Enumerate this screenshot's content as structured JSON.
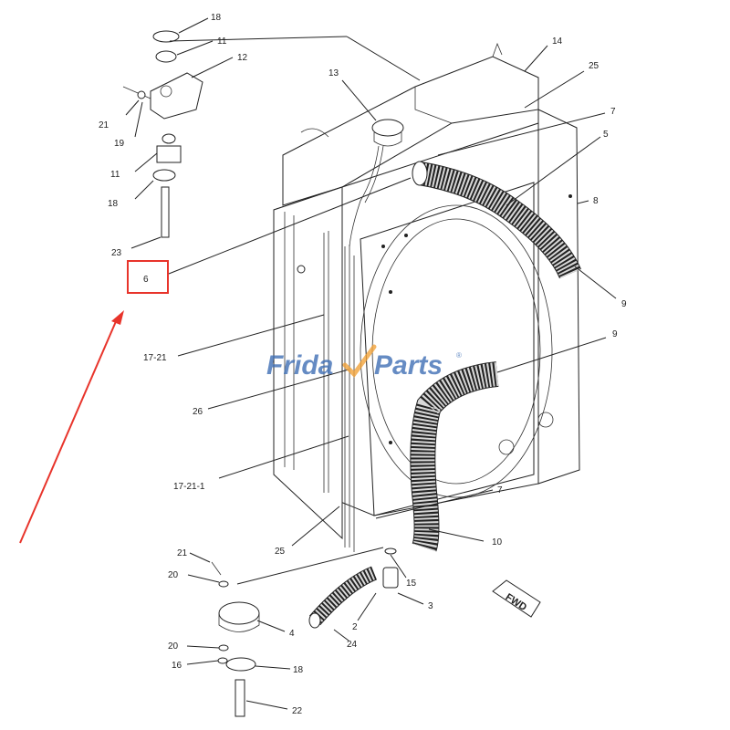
{
  "callouts": {
    "c18a": "18",
    "c11a": "11",
    "c12": "12",
    "c14": "14",
    "c13": "13",
    "c25a": "25",
    "c7a": "7",
    "c5": "5",
    "c21a": "21",
    "c19": "19",
    "c11b": "11",
    "c18b": "18",
    "c8": "8",
    "c23": "23",
    "c6": "6",
    "c9a": "9",
    "c17_21": "17-21",
    "c9b": "9",
    "c26": "26",
    "c17_21_1": "17-21-1",
    "c7b": "7",
    "c25b": "25",
    "c10": "10",
    "c21b": "21",
    "c20a": "20",
    "c15": "15",
    "c3": "3",
    "c4": "4",
    "c2": "2",
    "c24": "24",
    "c20b": "20",
    "c16": "16",
    "c18c": "18",
    "c22": "22"
  },
  "fwd_label": "FWD",
  "watermark": {
    "part1": "Frida",
    "part2": "Parts",
    "reg": "®"
  },
  "colors": {
    "highlight": "#e8342b",
    "watermark_blue": "#3f6fb5",
    "watermark_orange": "#f2a33a"
  }
}
